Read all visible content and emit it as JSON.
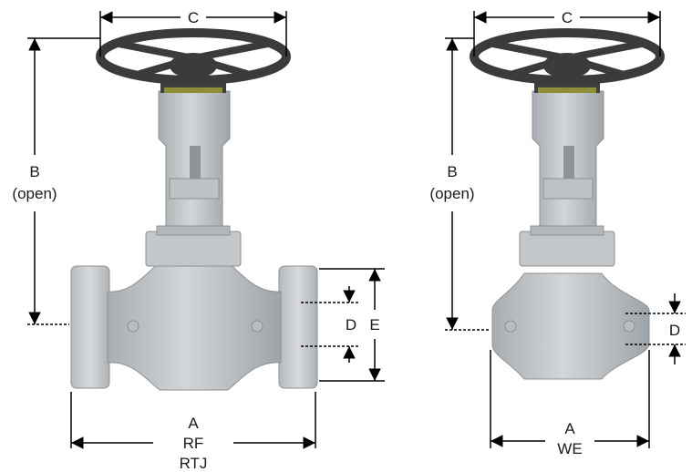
{
  "left_valve": {
    "label_c": "C",
    "label_b": "B",
    "label_b_note": "(open)",
    "label_d": "D",
    "label_e": "E",
    "label_a": "A",
    "label_a_line2": "RF",
    "label_a_line3": "RTJ"
  },
  "right_valve": {
    "label_c": "C",
    "label_b": "B",
    "label_b_note": "(open)",
    "label_d": "D",
    "label_a": "A",
    "label_a_line2": "WE"
  },
  "colors": {
    "body": "#c9cccf",
    "body_dark": "#9da2a6",
    "handwheel": "#3b3b3b",
    "dimension_line": "#000000"
  }
}
